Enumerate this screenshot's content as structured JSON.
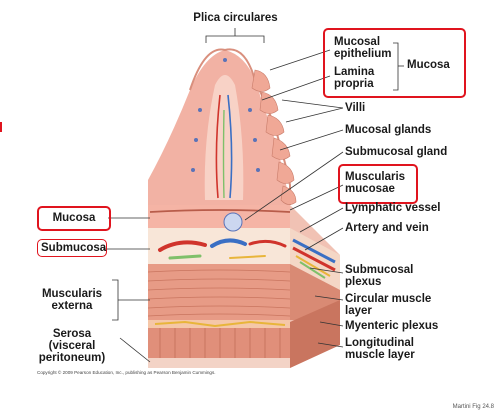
{
  "labels": {
    "plica": "Plica circulares",
    "mucosal_epithelium_1": "Mucosal",
    "mucosal_epithelium_2": "epithelium",
    "lamina_1": "Lamina",
    "lamina_2": "propria",
    "mucosa_group": "Mucosa",
    "villi": "Villi",
    "mucosal_glands": "Mucosal glands",
    "submucosal_gland": "Submucosal gland",
    "muscularis_mucosae_1": "Muscularis",
    "muscularis_mucosae_2": "mucosae",
    "lymphatic": "Lymphatic vessel",
    "artery_vein": "Artery and vein",
    "submucosal_plexus_1": "Submucosal",
    "submucosal_plexus_2": "plexus",
    "circular_1": "Circular muscle",
    "circular_2": "layer",
    "myenteric": "Myenteric plexus",
    "longitudinal_1": "Longitudinal",
    "longitudinal_2": "muscle layer",
    "mucosa_left": "Mucosa",
    "submucosa": "Submucosa",
    "muscularis_externa_1": "Muscularis",
    "muscularis_externa_2": "externa",
    "serosa_1": "Serosa",
    "serosa_2": "(visceral",
    "serosa_3": "peritoneum)"
  },
  "copyright": "Copyright © 2009 Pearson Education, Inc., publishing as Pearson Benjamin Cummings.",
  "cropped_text": "Martini Fig 24.8",
  "colors": {
    "highlight": "#e0141e",
    "tissue_pink": "#f2b9ad",
    "muscle": "#d98870",
    "artery": "#d0342c",
    "vein": "#3a6fc4",
    "lymph": "#7fc06a"
  }
}
